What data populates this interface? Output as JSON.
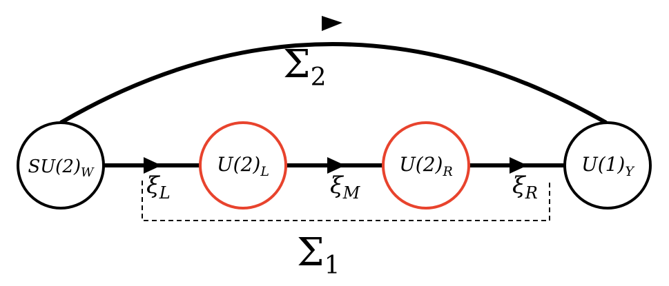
{
  "colors": {
    "node_black": "#000000",
    "node_red": "#e8432d",
    "background": "#ffffff"
  },
  "nodes": {
    "su2w": {
      "base": "SU(2)",
      "sub": "W"
    },
    "u2l": {
      "base": "U(2)",
      "sub": "L"
    },
    "u2r": {
      "base": "U(2)",
      "sub": "R"
    },
    "u1y": {
      "base": "U(1)",
      "sub": "Y"
    }
  },
  "edges": {
    "xi_l": {
      "base": "ξ",
      "sub": "L"
    },
    "xi_m": {
      "base": "ξ",
      "sub": "M"
    },
    "xi_r": {
      "base": "ξ",
      "sub": "R"
    }
  },
  "sigma1": {
    "base": "Σ",
    "sub": "1"
  },
  "sigma2": {
    "base": "Σ",
    "sub": "2"
  }
}
